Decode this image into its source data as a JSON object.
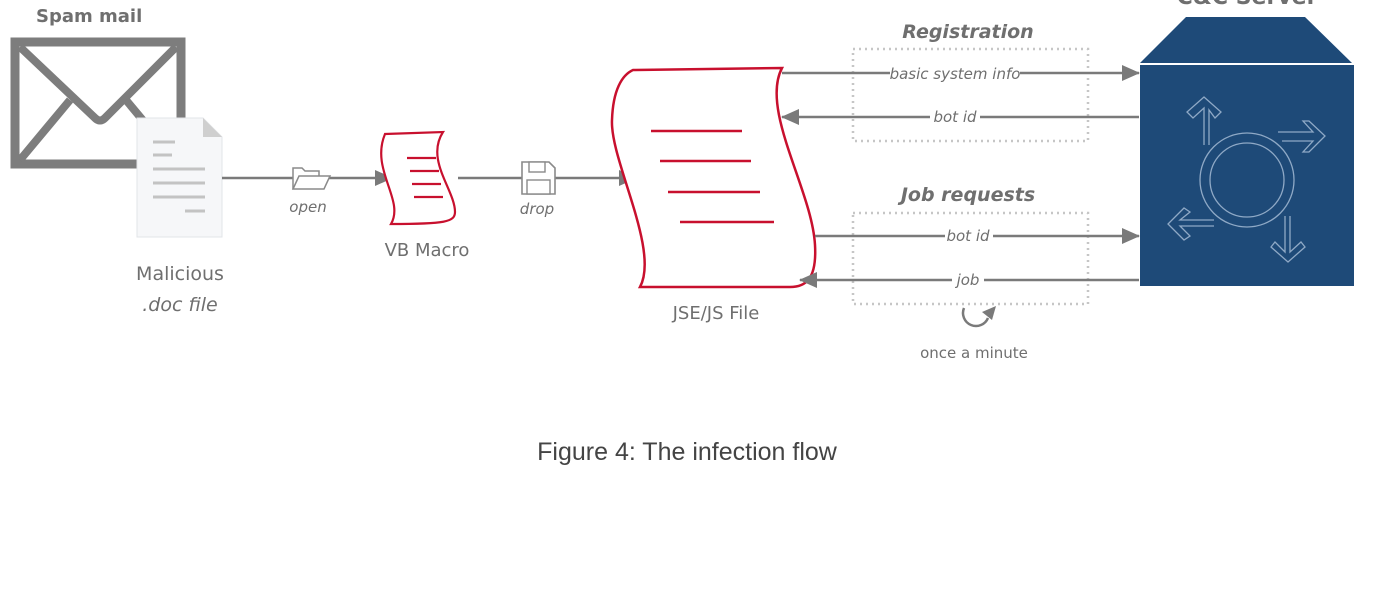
{
  "diagram": {
    "spam_mail": "Spam mail",
    "doc_label_line1": "Malicious",
    "doc_label_line2": ".doc file",
    "open_label": "open",
    "vb_macro": "VB Macro",
    "drop_label": "drop",
    "jse_file": "JSE/JS File",
    "registration": {
      "title": "Registration",
      "outgoing": "basic system info",
      "incoming": "bot id"
    },
    "job_requests": {
      "title": "Job requests",
      "outgoing": "bot id",
      "incoming": "job",
      "frequency": "once a minute"
    },
    "server_label": "C&C Server",
    "icons": [
      "envelope-icon",
      "document-icon",
      "folder-icon",
      "scroll-icon",
      "floppy-disk-icon",
      "loop-arrow-icon",
      "server-icon"
    ],
    "colors": {
      "accent_red": "#c8102e",
      "server_blue": "#1e4a78",
      "arrow_gray": "#7a7a7a"
    }
  },
  "caption": "Figure 4: The infection flow"
}
